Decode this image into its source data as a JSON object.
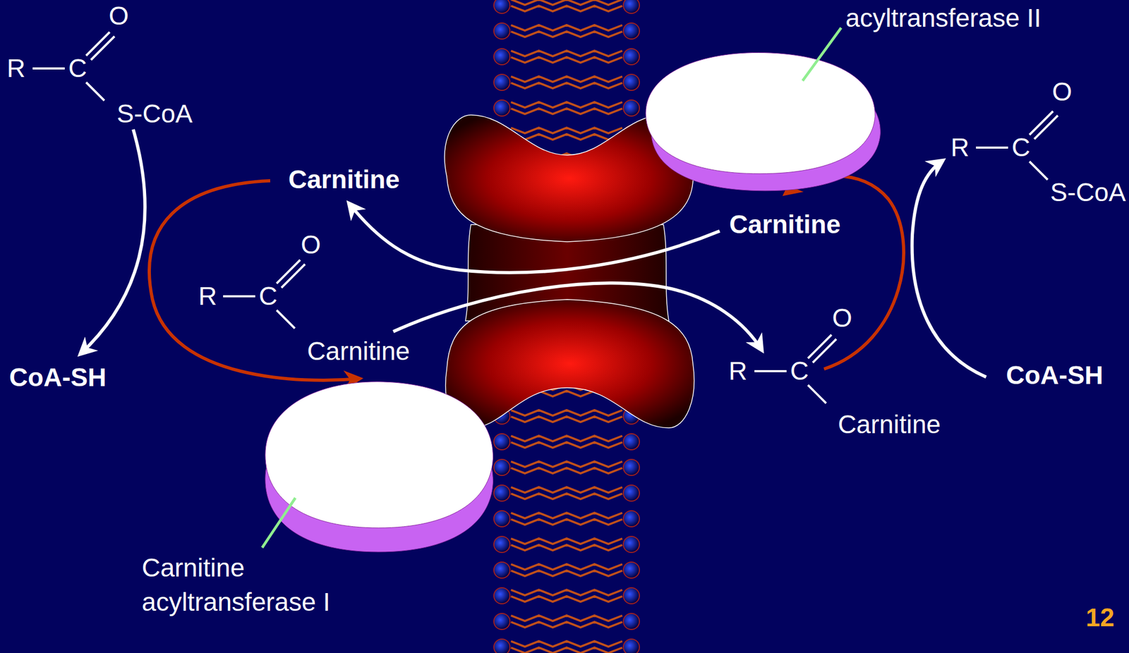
{
  "diagram": {
    "nodes": [
      {
        "text": [
          "acyltransferase II"
        ]
      },
      {
        "text": [
          "Carnitine acyltransferase I"
        ]
      }
    ],
    "labels": [
      "O",
      "R",
      "C",
      "S-CoA",
      "Carnitine",
      "CoA-SH",
      "O",
      "R",
      "C",
      "Carnitine",
      "O",
      "R",
      "C",
      "S-CoA",
      "Carnitine",
      "O",
      "R",
      "C",
      "Carnitine",
      "CoA-SH",
      "12"
    ]
  }
}
